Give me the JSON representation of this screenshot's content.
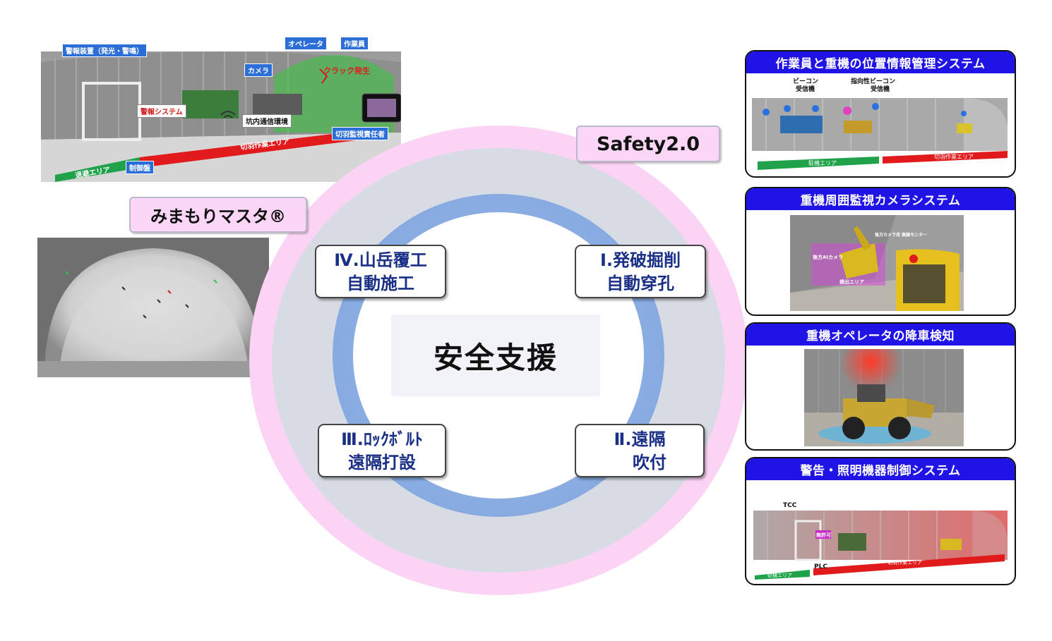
{
  "center": {
    "label": "安全支援"
  },
  "framework": {
    "label": "Safety2.0"
  },
  "product": {
    "label": "みまもりマスタ®"
  },
  "steps": [
    {
      "id": "4",
      "line1": "Ⅳ.山岳覆工",
      "line2": "自動施工"
    },
    {
      "id": "1",
      "line1": "Ⅰ.発破掘削",
      "line2": "自動穿孔"
    },
    {
      "id": "3",
      "line1": "Ⅲ.ﾛｯｸﾎﾞﾙﾄ",
      "line2": "遠隔打設"
    },
    {
      "id": "2",
      "line1": "Ⅱ.遠隔",
      "line2": "吹付"
    }
  ],
  "tunnel_illustration": {
    "tags": {
      "alarm": "警報装置（発光・警鳴）",
      "operator": "オペレータ",
      "worker": "作業員",
      "camera": "カメラ",
      "crack": "クラック発生",
      "alarm_system": "警報システム",
      "network": "坑内通信環境",
      "supervisor": "切羽監視責任者",
      "work_area": "切羽作業エリア",
      "escape_area": "退避エリア",
      "control_panel": "制御盤"
    }
  },
  "cards": [
    {
      "title": "作業員と重機の位置情報管理システム",
      "labels": {
        "beacon": "ビーコン",
        "receiver": "受信機",
        "directional": "指向性ビーコン",
        "receiver2": "受信機",
        "parking": "駐機エリア",
        "work_area": "切羽作業エリア"
      }
    },
    {
      "title": "重機周囲監視カメラシステム",
      "labels": {
        "rear_camera": "後方AIカメラ",
        "detect_area": "検出エリア",
        "display": "後方カメラ用 無線モニター"
      }
    },
    {
      "title": "重機オペレータの降車検知",
      "labels": {}
    },
    {
      "title": "警告・照明機器制御システム",
      "labels": {
        "tcc": "TCC",
        "plc": "PLC",
        "permit": "無許可",
        "parking": "駐機エリア",
        "work_area": "切羽作業エリア"
      }
    }
  ],
  "colors": {
    "outer_ring": "#fbd3f4",
    "gray_ring": "#d7dbe4",
    "blue_ring": "#84a8e0",
    "step_text": "#1a2f86",
    "card_header": "#1f13e6",
    "work_area_red": "#e11b1b",
    "escape_green": "#1fa24a"
  }
}
